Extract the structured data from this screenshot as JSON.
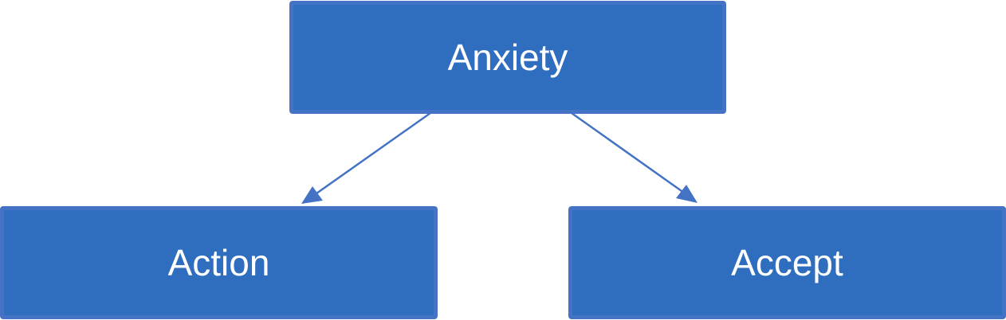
{
  "diagram": {
    "nodes": {
      "anxiety": {
        "label": "Anxiety"
      },
      "action": {
        "label": "Action"
      },
      "accept": {
        "label": "Accept"
      }
    },
    "edges": [
      {
        "from": "anxiety",
        "to": "action"
      },
      {
        "from": "anxiety",
        "to": "accept"
      }
    ],
    "colors": {
      "node_fill": "#2f6dbf",
      "node_border": "#4472c4",
      "node_text": "#ffffff",
      "connector": "#4472c4"
    }
  }
}
